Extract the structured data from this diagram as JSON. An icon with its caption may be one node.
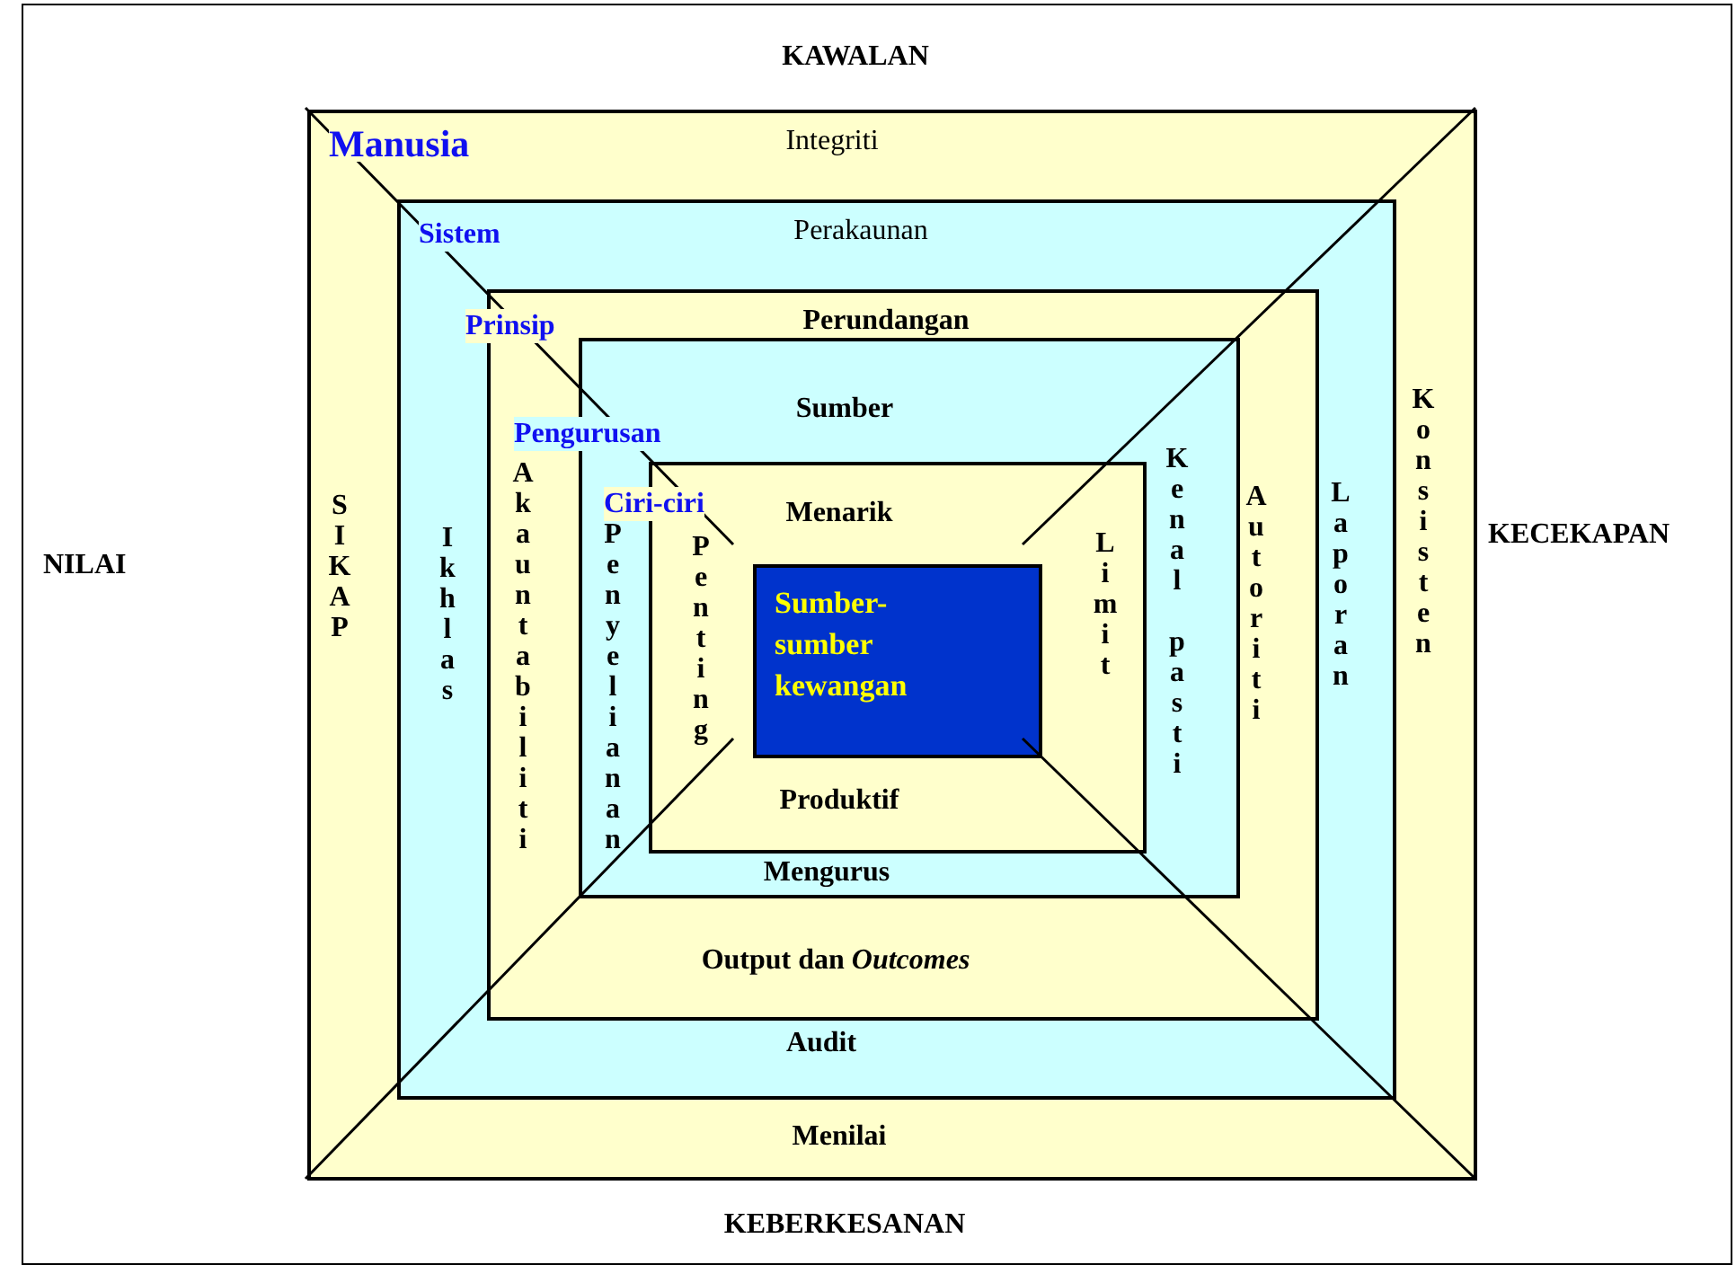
{
  "diagram": {
    "nodes": [
      {
        "text": [
          "KAWALAN",
          "NILAI",
          "KECEKAPAN",
          "KEBERKESANAN"
        ]
      },
      {
        "text": [
          "Manusia",
          "Integriti",
          "SIKAP",
          "Konsisten",
          "Menilai"
        ],
        "in": 0
      },
      {
        "text": [
          "Sistem",
          "Perakaunan",
          "Ikhlas",
          "Laporan",
          "Audit"
        ],
        "in": 1
      },
      {
        "text": [
          "Prinsip",
          "Perundangan",
          "Akauntabiliti",
          "Autoriti",
          "Output dan *Outcomes*"
        ],
        "in": 2
      },
      {
        "text": [
          "Pengurusan",
          "Sumber",
          "Penyelianan",
          "Kenal pasti",
          "Mengurus"
        ],
        "in": 3
      },
      {
        "text": [
          "Ciri-ciri",
          "Menarik",
          "Penting",
          "Limit",
          "Produktif"
        ],
        "in": 4
      },
      {
        "text": [
          "Sumber-sumber kewangan"
        ],
        "in": 5
      }
    ]
  }
}
